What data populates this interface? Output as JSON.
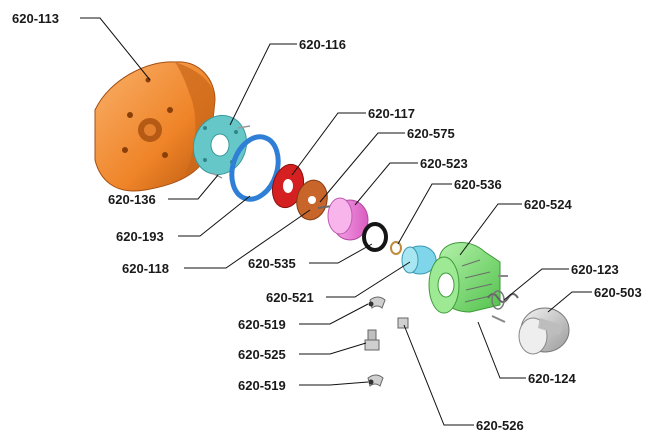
{
  "labels": {
    "p113": "620-113",
    "p116": "620-116",
    "p117": "620-117",
    "p575": "620-575",
    "p523": "620-523",
    "p536": "620-536",
    "p524": "620-524",
    "p136": "620-136",
    "p193": "620-193",
    "p118": "620-118",
    "p535": "620-535",
    "p521": "620-521",
    "p123": "620-123",
    "p503": "620-503",
    "p519a": "620-519",
    "p525": "620-525",
    "p519b": "620-519",
    "p124": "620-124",
    "p526": "620-526"
  },
  "colors": {
    "housing": "#f08a2e",
    "gasket_plate": "#66c7c9",
    "ring_blue": "#2f7fd6",
    "diaphragm_red": "#d42020",
    "disc_copper": "#c8652a",
    "cylinder_pink": "#f07fd8",
    "oring_black": "#151515",
    "head_cyan": "#7fd6ea",
    "body_green": "#7ee07a",
    "cap_grey": "#d8d8d8"
  }
}
